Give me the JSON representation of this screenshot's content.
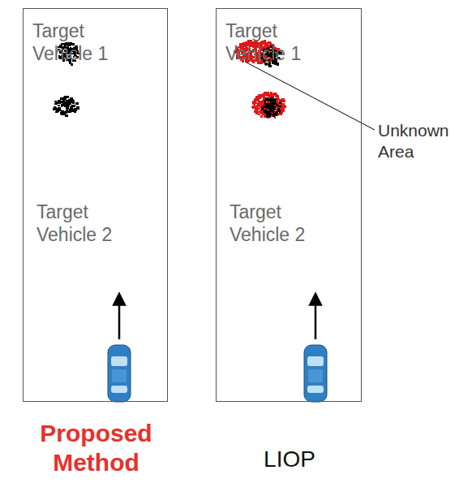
{
  "diagram": {
    "nodes": [
      {
        "text": [
          "Target Vehicle 1",
          "Target Vehicle 2",
          "Proposed Method"
        ]
      },
      {
        "text": [
          "Target Vehicle 1",
          "Target Vehicle 2",
          "LIOP"
        ]
      }
    ],
    "labels": [
      "Unknown Area"
    ]
  }
}
